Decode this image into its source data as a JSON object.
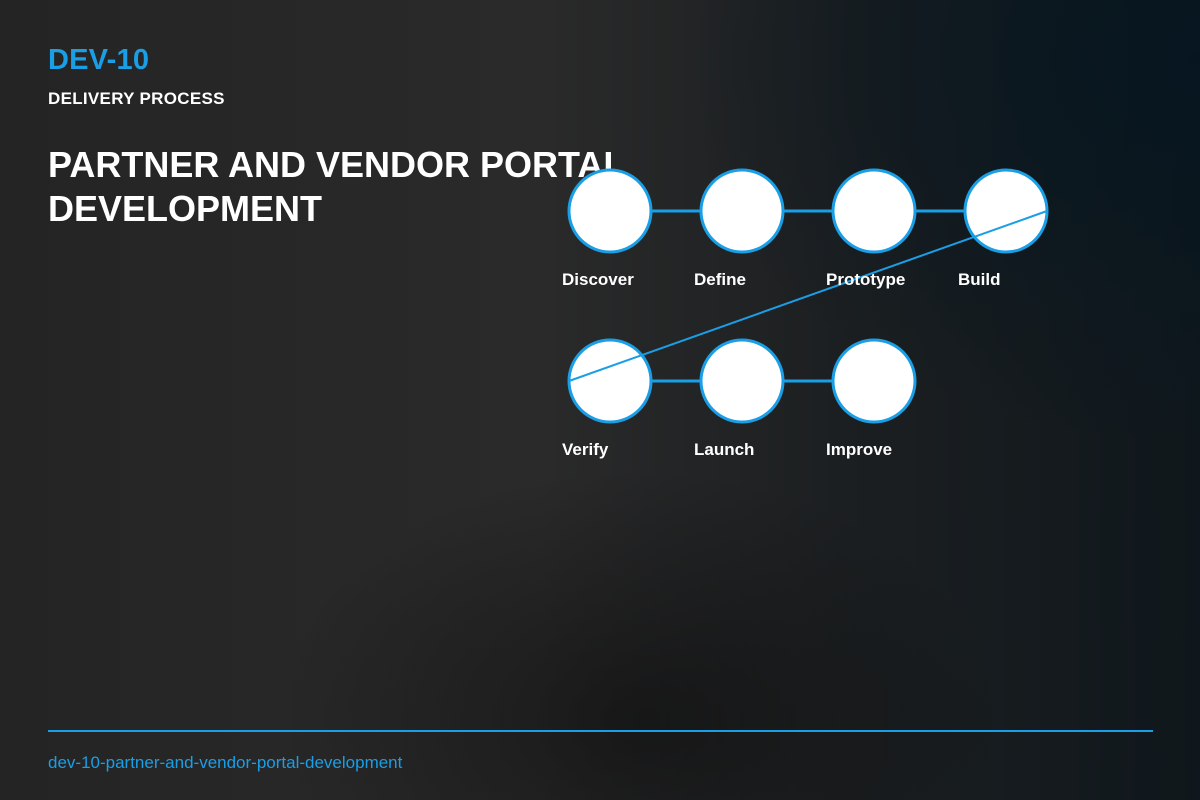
{
  "header": {
    "code": "DEV-10",
    "section": "DELIVERY PROCESS",
    "title": "PARTNER AND VENDOR PORTAL DEVELOPMENT"
  },
  "process": {
    "steps": [
      {
        "label": "Discover"
      },
      {
        "label": "Define"
      },
      {
        "label": "Prototype"
      },
      {
        "label": "Build"
      },
      {
        "label": "Verify"
      },
      {
        "label": "Launch"
      },
      {
        "label": "Improve"
      }
    ],
    "steps_per_row": 4
  },
  "colors": {
    "accent": "#1a9ee6",
    "node_fill": "#ffffff",
    "text": "#ffffff"
  },
  "footer": {
    "slug": "dev-10-partner-and-vendor-portal-development"
  }
}
